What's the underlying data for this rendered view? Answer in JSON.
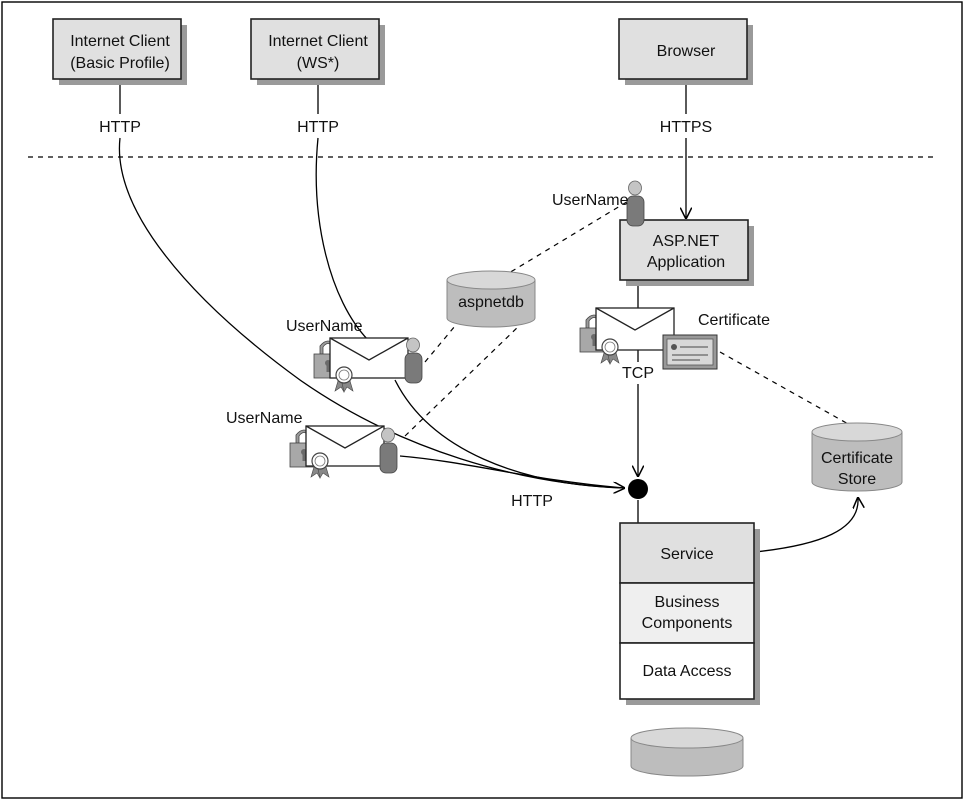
{
  "nodes": {
    "client_basic": {
      "line1": "Internet Client",
      "line2": "(Basic Profile)"
    },
    "client_ws": {
      "line1": "Internet Client",
      "line2": "(WS*)"
    },
    "browser": {
      "label": "Browser"
    },
    "aspnet": {
      "line1": "ASP.NET",
      "line2": "Application"
    },
    "aspnetdb": {
      "label": "aspnetdb"
    },
    "cert_store": {
      "line1": "Certificate",
      "line2": "Store"
    },
    "service_stack": {
      "service": "Service",
      "business_line1": "Business",
      "business_line2": "Components",
      "data_access": "Data Access"
    }
  },
  "labels": {
    "http_basic": "HTTP",
    "http_ws": "HTTP",
    "https": "HTTPS",
    "username_top": "UserName",
    "username_ws": "UserName",
    "username_basic": "UserName",
    "certificate": "Certificate",
    "tcp": "TCP",
    "http_service": "HTTP"
  },
  "icons": [
    "envelope-icon",
    "padlock-icon",
    "certificate-seal-icon",
    "user-icon",
    "certificate-card-icon",
    "database-icon"
  ]
}
